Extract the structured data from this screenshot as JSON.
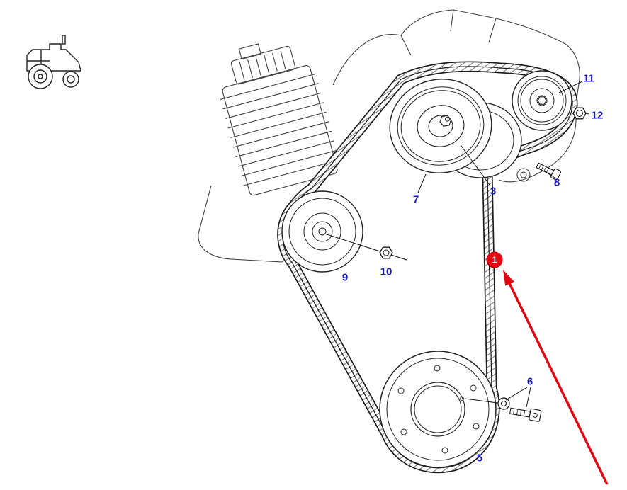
{
  "page": {
    "background": "#ffffff",
    "type_hint": "parts-diagram"
  },
  "diagram": {
    "callout": {
      "number": "1",
      "color": "#e30613"
    },
    "label_color": "#1414c8",
    "labels": {
      "p3": "3",
      "p5": "5",
      "p6": "6",
      "p7": "7",
      "p8": "8",
      "p9": "9",
      "p10": "10",
      "p11": "11",
      "p12": "12"
    },
    "icons": {
      "tractor": "tractor-icon"
    }
  }
}
